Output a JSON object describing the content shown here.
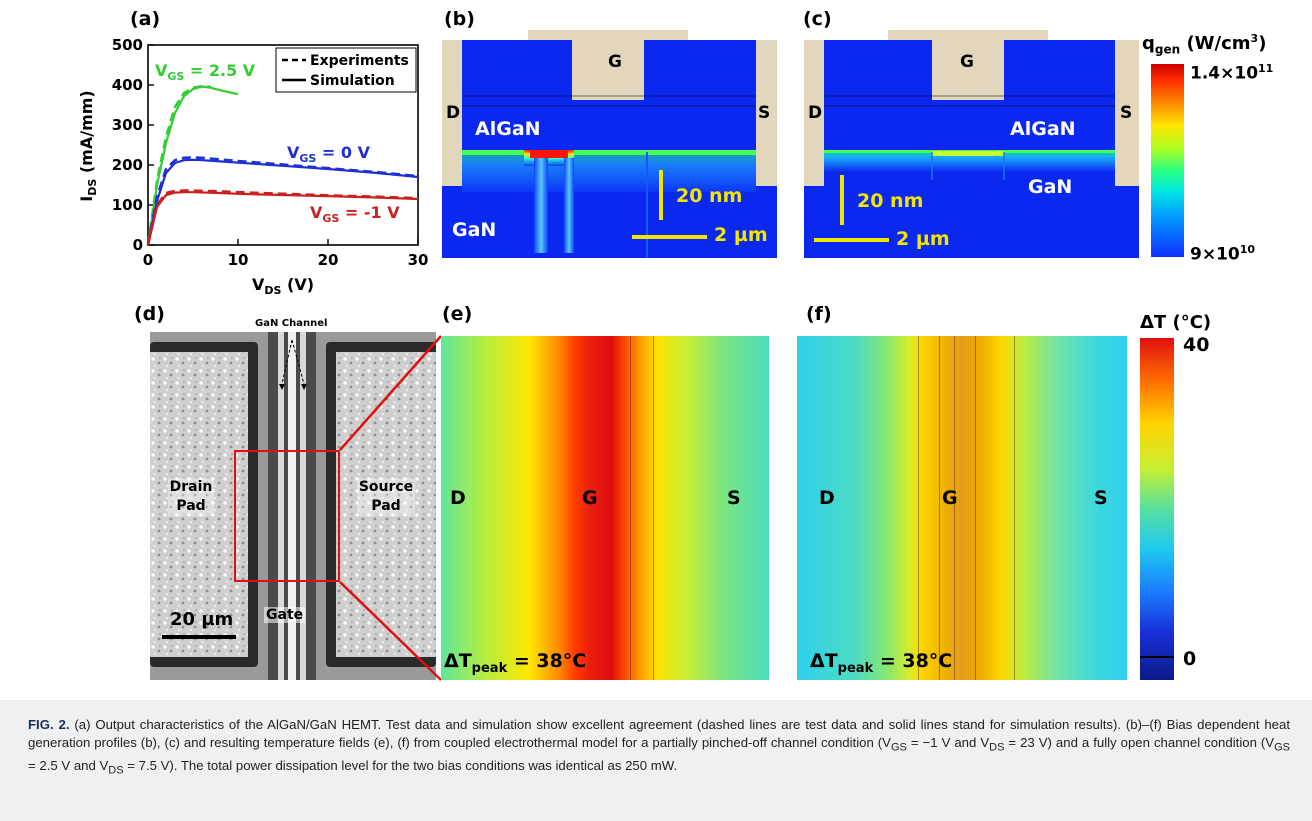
{
  "panels": {
    "a": "(a)",
    "b": "(b)",
    "c": "(c)",
    "d": "(d)",
    "e": "(e)",
    "f": "(f)"
  },
  "chart_data": {
    "type": "line",
    "xlabel_main": "V",
    "xlabel_sub": "DS",
    "xlabel_unit": " (V)",
    "ylabel_main": "I",
    "ylabel_sub": "DS",
    "ylabel_unit": " (mA/mm)",
    "xlim": [
      0,
      30
    ],
    "ylim": [
      0,
      500
    ],
    "xticks": [
      0,
      10,
      20,
      30
    ],
    "yticks": [
      0,
      100,
      200,
      300,
      400,
      500
    ],
    "legend": [
      "Experiments",
      "Simulation"
    ],
    "legend_placement": "top-right",
    "series": [
      {
        "label_main": "V",
        "label_sub": "GS",
        "label_rest": " = 2.5 V",
        "color": "#33cc33",
        "style": "simulation",
        "x": [
          0,
          1,
          2,
          3,
          4,
          5,
          6,
          7,
          8,
          9,
          10
        ],
        "y": [
          0,
          150,
          255,
          330,
          372,
          390,
          396,
          393,
          387,
          382,
          377
        ]
      },
      {
        "label_main": "V",
        "label_sub": "GS",
        "label_rest": " = 2.5 V",
        "color": "#33cc33",
        "style": "experiments",
        "x": [
          0,
          1,
          2,
          3,
          4,
          5,
          6,
          7
        ],
        "y": [
          0,
          160,
          270,
          345,
          380,
          393,
          397,
          395
        ]
      },
      {
        "label_main": "V",
        "label_sub": "GS",
        "label_rest": " = 0 V",
        "color": "#1f2fd6",
        "style": "simulation",
        "x": [
          0,
          1,
          2,
          3,
          4,
          5,
          6,
          8,
          10,
          15,
          20,
          25,
          30
        ],
        "y": [
          0,
          110,
          180,
          205,
          212,
          213,
          212,
          209,
          206,
          198,
          190,
          181,
          170
        ]
      },
      {
        "label_main": "V",
        "label_sub": "GS",
        "label_rest": " = 0 V",
        "color": "#1f2fd6",
        "style": "experiments",
        "x": [
          0,
          1,
          2,
          3,
          4,
          5,
          6,
          8,
          10,
          15,
          20,
          25,
          30
        ],
        "y": [
          0,
          120,
          190,
          212,
          218,
          219,
          218,
          214,
          210,
          201,
          192,
          183,
          172
        ]
      },
      {
        "label_main": "V",
        "label_sub": "GS",
        "label_rest": " = -1 V",
        "color": "#cc1f1f",
        "style": "simulation",
        "x": [
          0,
          1,
          2,
          3,
          4,
          5,
          8,
          10,
          15,
          20,
          25,
          30
        ],
        "y": [
          0,
          95,
          125,
          131,
          132,
          132,
          130,
          128,
          125,
          122,
          119,
          115
        ]
      },
      {
        "label_main": "V",
        "label_sub": "GS",
        "label_rest": " = -1 V",
        "color": "#cc1f1f",
        "style": "experiments",
        "x": [
          0,
          1,
          2,
          3,
          4,
          5,
          8,
          10,
          15,
          20,
          25,
          30
        ],
        "y": [
          0,
          100,
          130,
          135,
          136,
          136,
          134,
          132,
          128,
          124,
          121,
          117
        ]
      }
    ]
  },
  "panel_b": {
    "gate": "G",
    "drain": "D",
    "source": "S",
    "algan": "AlGaN",
    "gan": "GaN",
    "scale_vertical": "20 nm",
    "scale_horizontal": "2 µm"
  },
  "panel_c": {
    "gate": "G",
    "drain": "D",
    "source": "S",
    "algan": "AlGaN",
    "gan": "GaN",
    "scale_vertical": "20 nm",
    "scale_horizontal": "2 µm"
  },
  "colorbar_q": {
    "title_main": "q",
    "title_sub": "gen",
    "title_unit": " (W/cm",
    "title_sup": "3",
    "title_close": ")",
    "max_main": "1.4×10",
    "max_sup": "11",
    "min_main": "9×10",
    "min_sup": "10"
  },
  "panel_d": {
    "channel": "GaN Channel",
    "drain_pad_1": "Drain",
    "drain_pad_2": "Pad",
    "source_pad_1": "Source",
    "source_pad_2": "Pad",
    "gate": "Gate",
    "scale": "20 µm"
  },
  "panel_e": {
    "drain": "D",
    "gate": "G",
    "source": "S",
    "peak_main": "ΔT",
    "peak_sub": "peak",
    "peak_rest": " = 38°C"
  },
  "panel_f": {
    "drain": "D",
    "gate": "G",
    "source": "S",
    "peak_main": "ΔT",
    "peak_sub": "peak",
    "peak_rest": " = 38°C"
  },
  "colorbar_t": {
    "title": "ΔT (°C)",
    "max": "40",
    "min": "0"
  },
  "caption": {
    "label": "FIG. 2.",
    "text": "(a) Output characteristics of the AlGaN/GaN HEMT. Test data and simulation show excellent agreement (dashed lines are test data and solid lines stand for simulation results). (b)–(f) Bias dependent heat generation profiles (b), (c) and resulting temperature fields (e), (f) from coupled electrothermal model for a partially pinched-off channel condition (V",
    "vgs1_sub": "GS",
    "vgs1_rest": " = −1 V and V",
    "vds1_sub": "DS",
    "vds1_rest": " = 23 V) and a fully open channel condition (V",
    "vgs2_sub": "GS",
    "vgs2_rest": " = 2.5 V and V",
    "vds2_sub": "DS",
    "vds2_rest": " = 7.5 V). The total power dissipation level for the two bias conditions was identical as 250 mW."
  }
}
